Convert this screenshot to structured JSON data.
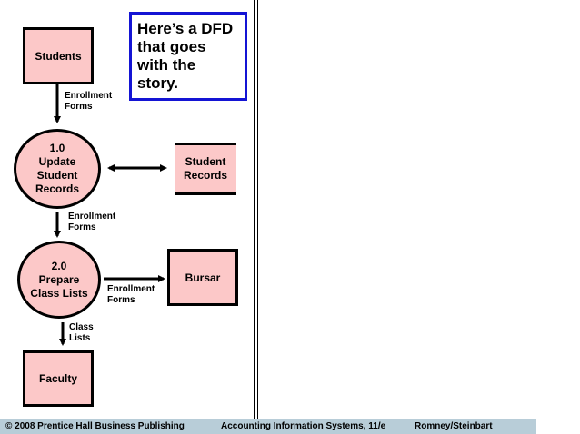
{
  "entities": {
    "students": "Students",
    "bursar": "Bursar",
    "faculty": "Faculty"
  },
  "processes": [
    {
      "number": "1.0",
      "line1": "Update",
      "line2": "Student",
      "line3": "Records"
    },
    {
      "number": "2.0",
      "line1": "Prepare",
      "line2": "Class Lists"
    }
  ],
  "data_store": {
    "line1": "Student",
    "line2": "Records"
  },
  "flows": {
    "f1": {
      "line1": "Enrollment",
      "line2": "Forms"
    },
    "f2": {
      "line1": "Enrollment",
      "line2": "Forms"
    },
    "f3": {
      "line1": "Enrollment",
      "line2": "Forms"
    },
    "f4": {
      "line1": "Class",
      "line2": "Lists"
    }
  },
  "callout": {
    "line1": "Here’s a DFD",
    "line2": "that goes",
    "line3": "with the",
    "line4": "story."
  },
  "footer": {
    "copyright": "© 2008 Prentice Hall Business Publishing",
    "book": "Accounting Information Systems, 11/e",
    "authors": "Romney/Steinbart"
  },
  "colors": {
    "fill": "#fcc8c8",
    "callout_border": "#1414d4",
    "footer_bg": "#b8cdd8"
  }
}
